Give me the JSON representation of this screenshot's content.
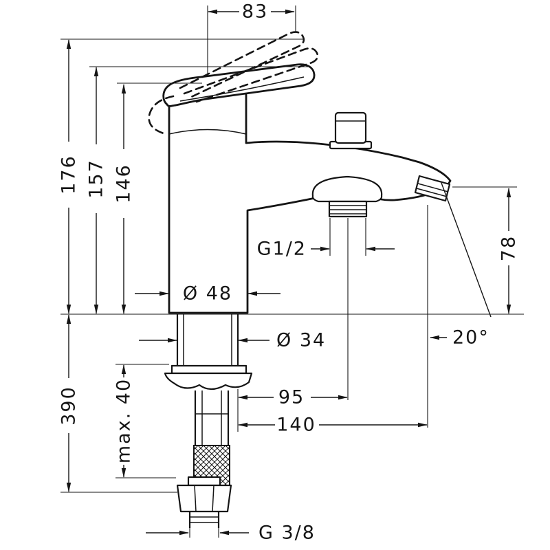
{
  "colors": {
    "line": "#151515",
    "background": "#ffffff"
  },
  "dims": {
    "d83": "83",
    "d176": "176",
    "d157": "157",
    "d146": "146",
    "g12": "G1/2",
    "dia48": "Ø 48",
    "dia34": "Ø 34",
    "d78": "78",
    "a20": "20°",
    "d95": "95",
    "d140": "140",
    "d390": "390",
    "max40": "max. 40",
    "g38": "G 3/8"
  }
}
